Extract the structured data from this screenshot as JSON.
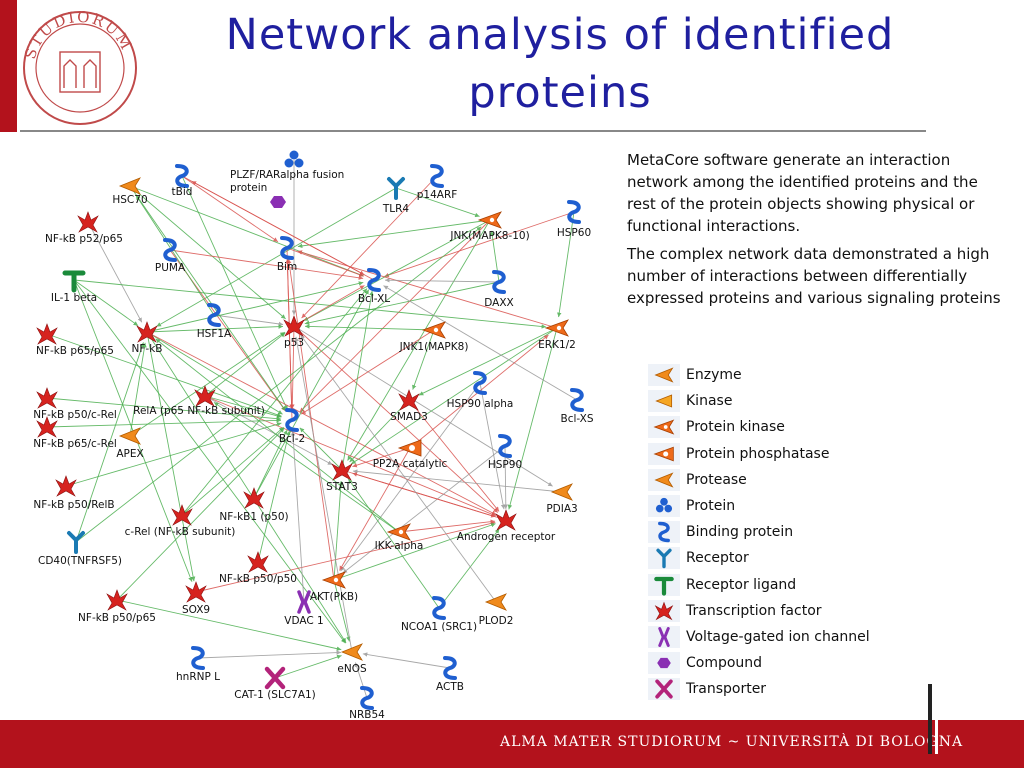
{
  "title": "Network analysis of identified proteins",
  "description": [
    "MetaCore software generate an interaction network among the identified proteins and the rest of the protein objects showing physical or functional interactions.",
    "The complex network data demonstrated a high number of interactions between differentially expressed proteins and various signaling proteins"
  ],
  "seal_text": "STUDIORUM",
  "footer": {
    "text": "ALMA MATER STUDIORUM ~ UNIVERSITÀ DI BOLOGNA"
  },
  "colors": {
    "brand_red": "#b3121c",
    "title_blue": "#1f1f9f",
    "edge_green": "#4caf50",
    "edge_red": "#d9534f",
    "edge_gray": "#999999",
    "icon_blue": "#1f5fd0",
    "icon_orange": "#f08a1c",
    "icon_red": "#d6231f",
    "icon_purple": "#8a2fb3",
    "icon_teal": "#1a7ab3",
    "icon_green": "#1a8a3a"
  },
  "legend": [
    {
      "label": "Enzyme",
      "icon": "enzyme-icon"
    },
    {
      "label": "Kinase",
      "icon": "kinase-icon"
    },
    {
      "label": "Protein kinase",
      "icon": "protein-kinase-icon"
    },
    {
      "label": "Protein phosphatase",
      "icon": "protein-phosphatase-icon"
    },
    {
      "label": "Protease",
      "icon": "protease-icon"
    },
    {
      "label": "Protein",
      "icon": "protein-icon"
    },
    {
      "label": "Binding protein",
      "icon": "binding-protein-icon"
    },
    {
      "label": "Receptor",
      "icon": "receptor-icon"
    },
    {
      "label": "Receptor ligand",
      "icon": "receptor-ligand-icon"
    },
    {
      "label": "Transcription factor",
      "icon": "transcription-factor-icon"
    },
    {
      "label": "Voltage-gated ion channel",
      "icon": "ion-channel-icon"
    },
    {
      "label": "Compound",
      "icon": "compound-icon"
    },
    {
      "label": "Transporter",
      "icon": "transporter-icon"
    }
  ],
  "nodes": [
    {
      "id": "hsc70",
      "label": "HSC70",
      "type": "enzyme"
    },
    {
      "id": "tbid",
      "label": "tBid",
      "type": "binding"
    },
    {
      "id": "plzf",
      "label": "PLZF/RARalpha fusion protein",
      "type": "protein"
    },
    {
      "id": "compound",
      "label": "",
      "type": "compound"
    },
    {
      "id": "tlr4",
      "label": "TLR4",
      "type": "receptor"
    },
    {
      "id": "p14arf",
      "label": "p14ARF",
      "type": "binding"
    },
    {
      "id": "hsp60",
      "label": "HSP60",
      "type": "binding"
    },
    {
      "id": "nfkb_p52p65",
      "label": "NF-kB p52/p65",
      "type": "tf"
    },
    {
      "id": "puma",
      "label": "PUMA",
      "type": "binding"
    },
    {
      "id": "bim",
      "label": "Bim",
      "type": "binding"
    },
    {
      "id": "jnk",
      "label": "JNK(MAPK8-10)",
      "type": "pkinase"
    },
    {
      "id": "bclxl",
      "label": "Bcl-XL",
      "type": "binding"
    },
    {
      "id": "daxx",
      "label": "DAXX",
      "type": "binding"
    },
    {
      "id": "il1b",
      "label": "IL-1 beta",
      "type": "ligand"
    },
    {
      "id": "hsf1a",
      "label": "HSF1A",
      "type": "binding"
    },
    {
      "id": "nfkb",
      "label": "NF-kB",
      "type": "tf"
    },
    {
      "id": "p53",
      "label": "p53",
      "type": "tf"
    },
    {
      "id": "jnk1",
      "label": "JNK1(MAPK8)",
      "type": "pkinase"
    },
    {
      "id": "erk12",
      "label": "ERK1/2",
      "type": "pkinase"
    },
    {
      "id": "nfkb_p65p65",
      "label": "NF-kB p65/p65",
      "type": "tf"
    },
    {
      "id": "nfkb_p50crel",
      "label": "NF-kB p50/c-Rel",
      "type": "tf"
    },
    {
      "id": "rela",
      "label": "RelA (p65 NF-kB subunit)",
      "type": "tf"
    },
    {
      "id": "hsp90a",
      "label": "HSP90 alpha",
      "type": "binding"
    },
    {
      "id": "smad3",
      "label": "SMAD3",
      "type": "tf"
    },
    {
      "id": "bclxs",
      "label": "Bcl-XS",
      "type": "binding"
    },
    {
      "id": "nfkb_p65crel",
      "label": "NF-kB p65/c-Rel",
      "type": "tf"
    },
    {
      "id": "apex",
      "label": "APEX",
      "type": "enzyme"
    },
    {
      "id": "bcl2",
      "label": "Bcl-2",
      "type": "binding"
    },
    {
      "id": "pp2a",
      "label": "PP2A catalytic",
      "type": "phosphatase"
    },
    {
      "id": "hsp90",
      "label": "HSP90",
      "type": "binding"
    },
    {
      "id": "nfkb_p50relb",
      "label": "NF-kB p50/RelB",
      "type": "tf"
    },
    {
      "id": "stat3",
      "label": "STAT3",
      "type": "tf"
    },
    {
      "id": "pdia3",
      "label": "PDIA3",
      "type": "enzyme"
    },
    {
      "id": "crel",
      "label": "c-Rel (NF-kB subunit)",
      "type": "tf"
    },
    {
      "id": "nfkb1",
      "label": "NF-kB1 (p50)",
      "type": "tf"
    },
    {
      "id": "cd40",
      "label": "CD40(TNFRSF5)",
      "type": "receptor"
    },
    {
      "id": "ikka",
      "label": "IKK-alpha",
      "type": "pkinase"
    },
    {
      "id": "ar",
      "label": "Androgen receptor",
      "type": "tf"
    },
    {
      "id": "nfkb_p50p50",
      "label": "NF-kB p50/p50",
      "type": "tf"
    },
    {
      "id": "sox9",
      "label": "SOX9",
      "type": "tf"
    },
    {
      "id": "aktpkb",
      "label": "AKT(PKB)",
      "type": "pkinase"
    },
    {
      "id": "vdac1",
      "label": "VDAC 1",
      "type": "channel"
    },
    {
      "id": "ncoa1",
      "label": "NCOA1 (SRC1)",
      "type": "binding"
    },
    {
      "id": "plod2",
      "label": "PLOD2",
      "type": "enzyme"
    },
    {
      "id": "nfkb_p50p65",
      "label": "NF-kB p50/p65",
      "type": "tf"
    },
    {
      "id": "hnrnpl",
      "label": "hnRNP L",
      "type": "binding"
    },
    {
      "id": "enos",
      "label": "eNOS",
      "type": "enzyme"
    },
    {
      "id": "actb",
      "label": "ACTB",
      "type": "binding"
    },
    {
      "id": "cat1",
      "label": "CAT-1 (SLC7A1)",
      "type": "transporter"
    },
    {
      "id": "nrb54",
      "label": "NRB54",
      "type": "binding"
    }
  ]
}
